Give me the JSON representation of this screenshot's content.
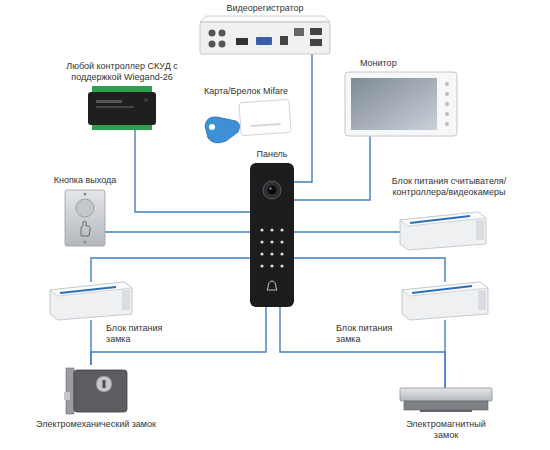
{
  "diagram": {
    "nodes": [
      {
        "text": [
          "Видеорегистратор"
        ]
      },
      {
        "text": [
          "Любой контроллер СКУД с поддержкой Wiegand-26"
        ]
      },
      {
        "text": [
          "Карта/Брелок Mifare"
        ]
      },
      {
        "text": [
          "Монитор"
        ]
      },
      {
        "text": [
          "Кнопка выхода"
        ]
      },
      {
        "text": [
          "Панель"
        ]
      },
      {
        "text": [
          "Блок питания считывателя/контроллера/видеокамеры"
        ]
      },
      {
        "text": [
          "Блок питания замка"
        ]
      },
      {
        "text": [
          "Блок питания замка"
        ]
      },
      {
        "text": [
          "Электромеханический замок"
        ]
      },
      {
        "text": [
          "Электромагнитный замок"
        ]
      }
    ],
    "edges": [
      {
        "from": 5,
        "to": 0,
        "arrow": "none"
      },
      {
        "from": 5,
        "to": 3,
        "arrow": "none"
      },
      {
        "from": 5,
        "to": 1,
        "arrow": "none"
      },
      {
        "from": 5,
        "to": 4,
        "arrow": "none"
      },
      {
        "from": 5,
        "to": 6,
        "arrow": "none"
      },
      {
        "from": 5,
        "to": 7,
        "arrow": "none"
      },
      {
        "from": 5,
        "to": 8,
        "arrow": "none"
      },
      {
        "from": 7,
        "to": 9,
        "arrow": "none"
      },
      {
        "from": 8,
        "to": 10,
        "arrow": "none"
      },
      {
        "from": 5,
        "to": 9,
        "arrow": "none"
      },
      {
        "from": 5,
        "to": 10,
        "arrow": "none"
      }
    ]
  }
}
